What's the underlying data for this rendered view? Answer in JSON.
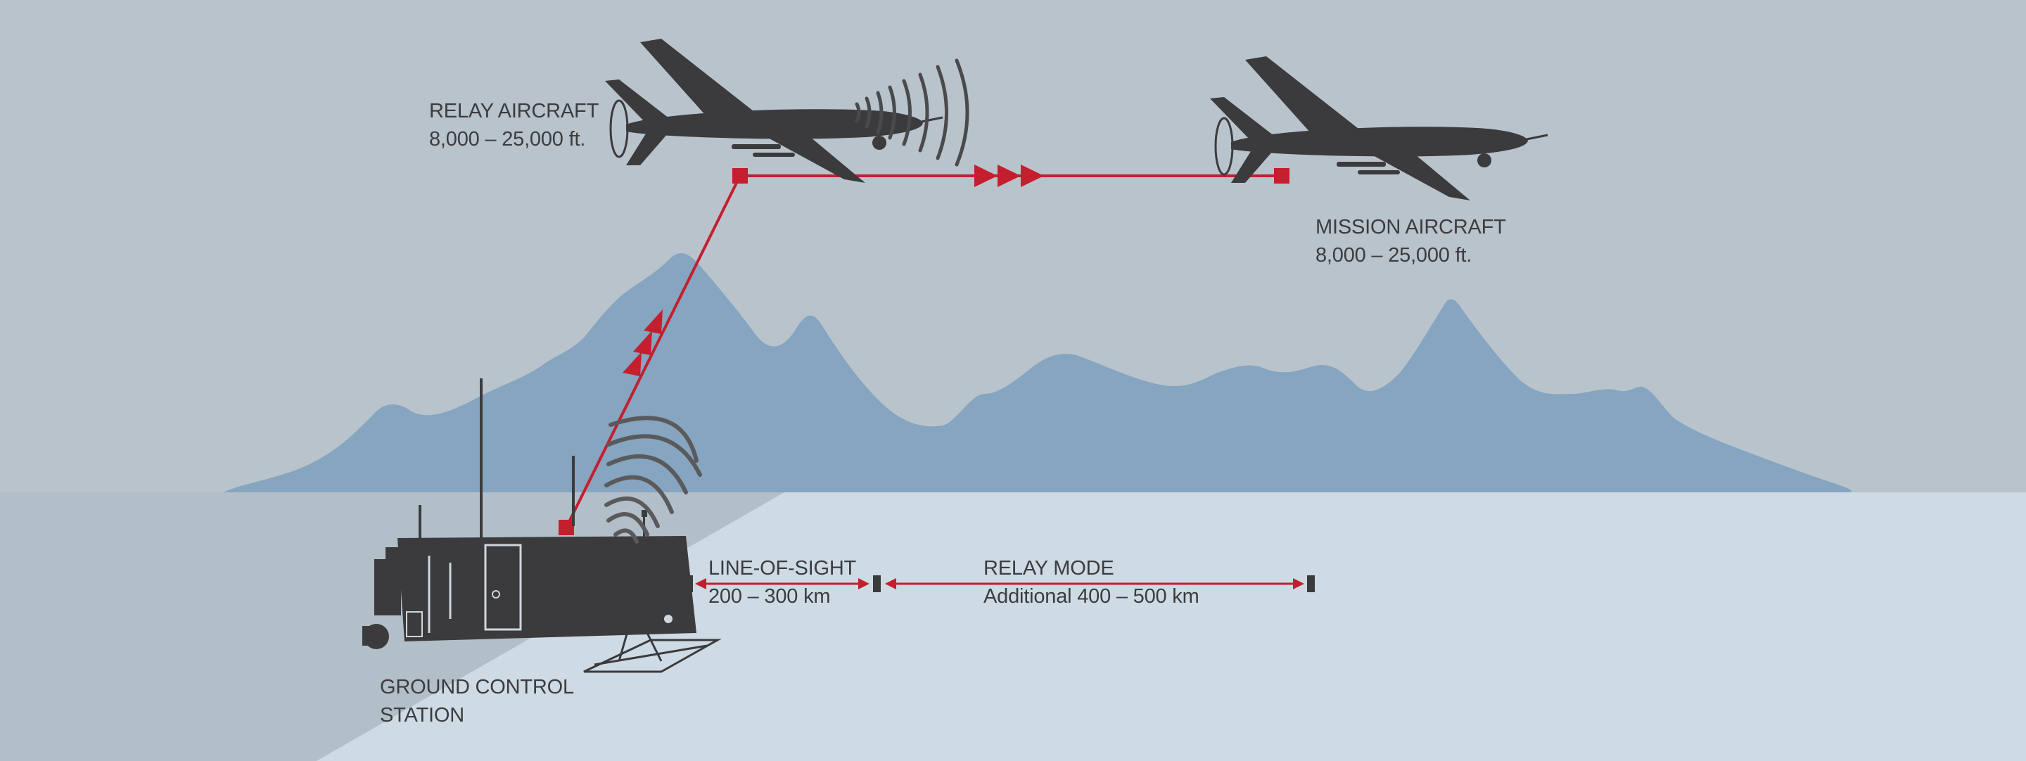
{
  "relay_aircraft": {
    "name": "RELAY AIRCRAFT",
    "altitude": "8,000 – 25,000 ft."
  },
  "mission_aircraft": {
    "name": "MISSION AIRCRAFT",
    "altitude": "8,000 – 25,000 ft."
  },
  "ground_station": {
    "line1": "GROUND CONTROL",
    "line2": "STATION"
  },
  "line_of_sight": {
    "title": "LINE-OF-SIGHT",
    "range": "200 – 300 km"
  },
  "relay_mode": {
    "title": "RELAY MODE",
    "range": "Additional 400 – 500 km"
  },
  "colors": {
    "sky": "#b9c3cb",
    "ground": "#cfdbe4",
    "mountains": "#85a5c0",
    "link_red": "#c41e2f",
    "equipment": "#3b3b3d"
  }
}
